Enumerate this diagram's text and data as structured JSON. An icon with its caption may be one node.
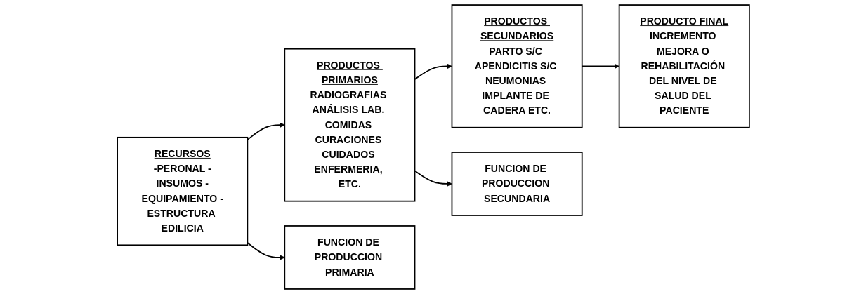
{
  "diagram": {
    "nodes": [
      {
        "text": [
          "RECURSOS",
          "-PERONAL -INSUMOS -EQUIPAMIENTO -ESTRUCTURA EDILICIA"
        ]
      },
      {
        "text": [
          "PRODUCTOS PRIMARIOS",
          "RADIOGRAFIAS ANÁLISIS LAB. COMIDAS CURACIONES CUIDADOS ENFERMERIA, ETC."
        ]
      },
      {
        "text": [
          "PRODUCTOS SECUNDARIOS",
          "PARTO S/C APENDICITIS S/C NEUMONIAS IMPLANTE DE CADERA ETC."
        ]
      },
      {
        "text": [
          "PRODUCTO FINAL",
          "INCREMENTO MEJORA O REHABILITACIÓN DEL NIVEL DE SALUD DEL PACIENTE"
        ]
      },
      {
        "text": [
          "FUNCION DE PRODUCCION PRIMARIA"
        ]
      },
      {
        "text": [
          "FUNCION DE PRODUCCION SECUNDARIA"
        ]
      }
    ],
    "edges": [
      {
        "from": 0,
        "to": 1,
        "arrow": "to"
      },
      {
        "from": 0,
        "to": 4,
        "arrow": "to"
      },
      {
        "from": 1,
        "to": 2,
        "arrow": "to"
      },
      {
        "from": 1,
        "to": 5,
        "arrow": "to"
      },
      {
        "from": 2,
        "to": 3,
        "arrow": "to"
      }
    ]
  }
}
